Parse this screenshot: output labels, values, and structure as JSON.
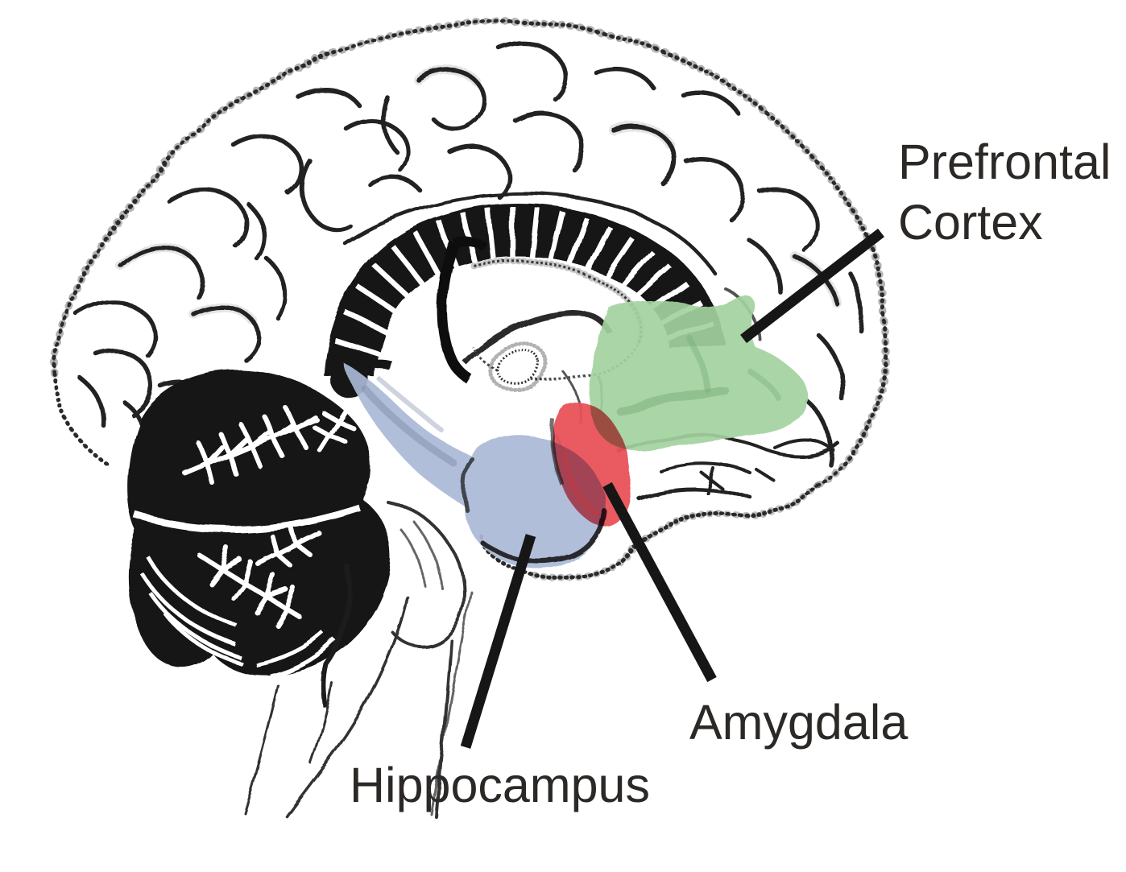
{
  "page": {
    "background_color": "#ffffff"
  },
  "diagram": {
    "subject": "Human brain, midsagittal illustration with highlighted limbic structures",
    "ink_color": "#1f1f1f",
    "label_text_color": "#2b2826",
    "leader_line_color": "#161616",
    "regions": [
      {
        "id": "prefrontal-cortex",
        "label": "Prefrontal Cortex",
        "color": "#a3d3a0",
        "shade": "#74a973"
      },
      {
        "id": "amygdala",
        "label": "Amygdala",
        "color": "#e8515a",
        "shade": "#c23a44"
      },
      {
        "id": "hippocampus",
        "label": "Hippocampus",
        "color": "#a9b8d6",
        "shade": "#8792ad"
      }
    ]
  }
}
